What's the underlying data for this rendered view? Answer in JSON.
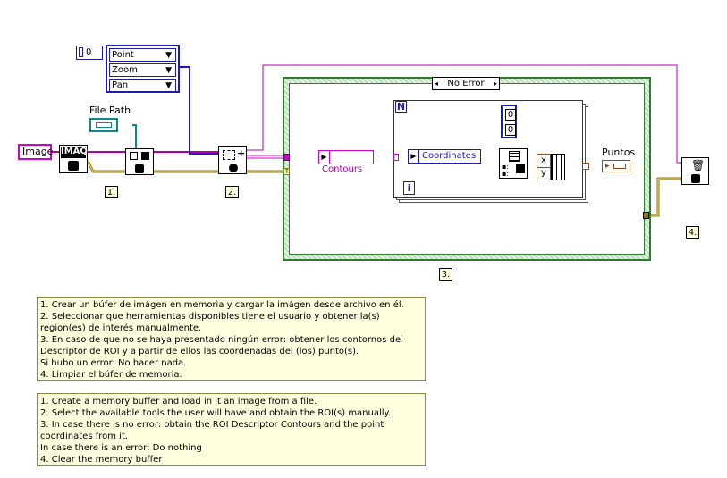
{
  "controls": {
    "image_label": "Image",
    "file_path_label": "File Path",
    "index_value": "0",
    "tool_rings": [
      "Point",
      "Zoom",
      "Pan"
    ]
  },
  "steps": [
    "1.",
    "2.",
    "3.",
    "4."
  ],
  "subvis": {
    "imaq_create": "IMAQ"
  },
  "case_structure": {
    "selector": "No Error"
  },
  "loop": {
    "n_label": "N",
    "i_label": "i",
    "contours_label": "Contours",
    "coordinates_label": "Coordinates",
    "const_top": "0",
    "const_bottom": "0",
    "bundle_x": "x",
    "bundle_y": "y"
  },
  "indicator": {
    "label": "Puntos"
  },
  "notes": {
    "spanish": "1. Crear un búfer de imágen en memoria y cargar la imágen desde archivo en él.\n2. Seleccionar que herramientas disponibles tiene el usuario y obtener la(s) region(es) de interés manualmente.\n3. En caso de que no se haya presentado ningún error: obtener los contornos del Descriptor de ROI y a partir de ellos las coordenadas del (los) punto(s).\nSi hubo un error: No hacer nada.\n4. Limpiar el búfer de memoria.",
    "english": "1. Create a memory buffer and load in it an image from a file.\n2. Select the available tools the user will have and obtain the ROI(s) manually.\n3. In case there is no error: obtain the ROI Descriptor Contours and the point coordinates from it.\nIn case there is an error: Do nothing\n4. Clear the memory buffer"
  }
}
